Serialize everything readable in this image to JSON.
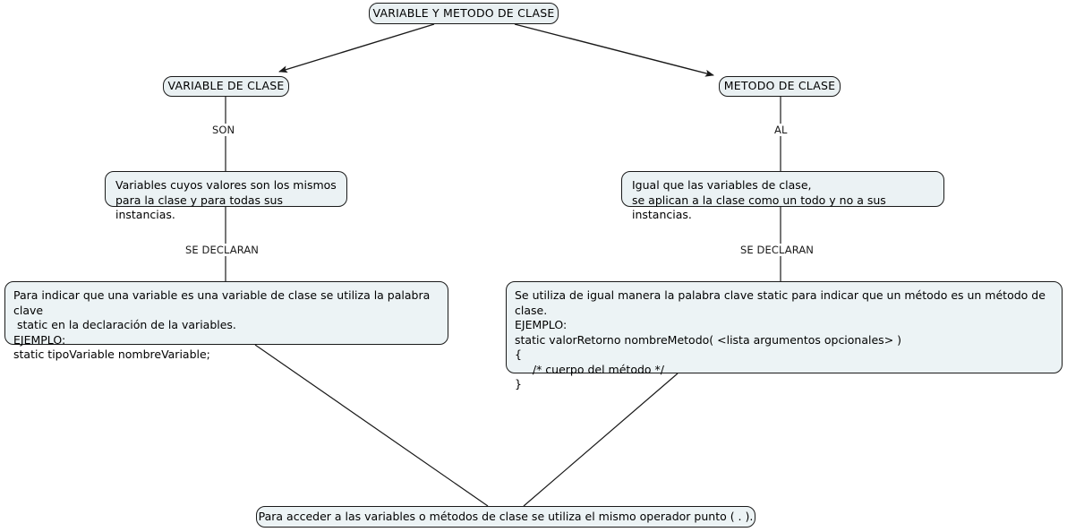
{
  "diagram": {
    "title": "VARIABLE Y METODO DE CLASE",
    "colors": {
      "node_fill": "#eaf1f3",
      "node_border": "#1a1a1a",
      "edge": "#1a1a1a",
      "background": "#ffffff",
      "text": "#000000"
    },
    "nodes": {
      "root": "VARIABLE Y METODO DE CLASE",
      "variable_de_clase": "VARIABLE DE CLASE",
      "metodo_de_clase": "METODO DE CLASE",
      "variable_desc": "Variables cuyos valores son los mismos\npara la clase y para todas sus instancias.",
      "metodo_desc": "Igual que las variables de clase,\nse aplican a la clase como un todo y no a sus instancias.",
      "variable_code": "Para indicar que una variable es una variable de clase se utiliza la palabra clave\n static en la declaración de la variables.\nEJEMPLO:\nstatic tipoVariable nombreVariable;",
      "metodo_code": "Se utiliza de igual manera la palabra clave static para indicar que un método es un método de clase.\nEJEMPLO:\nstatic valorRetorno nombreMetodo( <lista argumentos opcionales> )\n{\n     /* cuerpo del método */\n}",
      "bottom": "Para acceder a las variables o métodos de clase se utiliza el mismo operador punto ( . )."
    },
    "edge_labels": {
      "son": "SON",
      "al": "AL",
      "se_declaran_left": "SE DECLARAN",
      "se_declaran_right": "SE DECLARAN"
    }
  }
}
